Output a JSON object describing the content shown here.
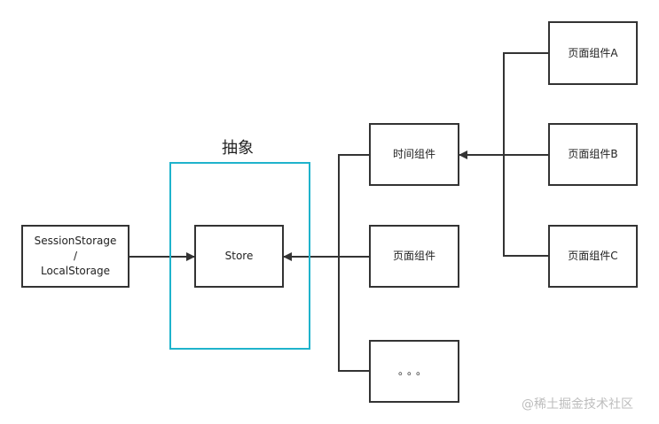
{
  "diagram": {
    "group_title": "抽象",
    "nodes": {
      "session_local": {
        "line1": "SessionStorage",
        "sep": "/",
        "line2": "LocalStorage"
      },
      "store": "Store",
      "time_component": "时间组件",
      "page_component": "页面组件",
      "ellipsis": "。。。",
      "page_a": "页面组件A",
      "page_b": "页面组件B",
      "page_c": "页面组件C"
    }
  },
  "colors": {
    "line": "#333333",
    "group_border": "#1fb3cc",
    "watermark": "#bdbdbd"
  },
  "watermark": "@稀土掘金技术社区"
}
